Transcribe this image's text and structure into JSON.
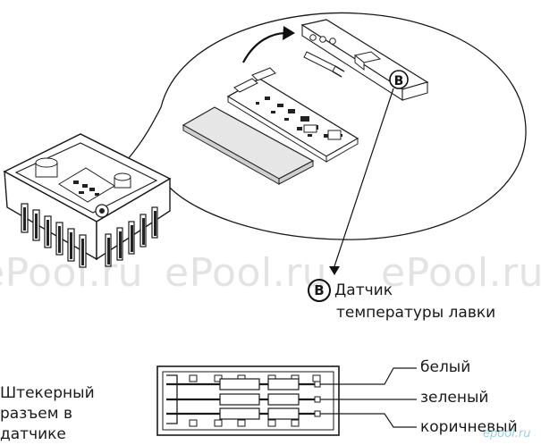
{
  "watermarks": [
    "ePool.ru",
    "ePool.ru",
    "ePool.ru"
  ],
  "corner_watermark": "epool.ru",
  "callout_badge": "B",
  "sensor_label": {
    "badge": "B",
    "line1": "Датчик",
    "line2": "температуры лавки"
  },
  "connector_label": {
    "line1": "Штекерный",
    "line2": "разъем в",
    "line3": "датчике"
  },
  "wire_labels": [
    "белый",
    "зеленый",
    "коричневый"
  ]
}
